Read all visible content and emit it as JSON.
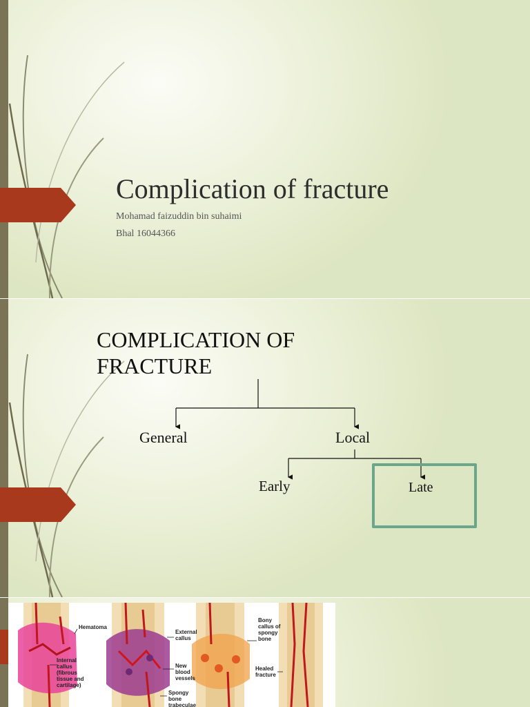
{
  "slides": [
    {
      "title": "Complication of fracture",
      "author": "Mohamad faizuddin bin suhaimi",
      "id_line": "Bhal 16044366"
    },
    {
      "heading_line1": "COMPLICATION OF",
      "heading_line2": "FRACTURE",
      "diagram": {
        "general": "General",
        "local": "Local",
        "early": "Early",
        "late": "Late"
      }
    },
    {
      "figure": {
        "stage1_labels": [
          "Hematoma",
          "Internal",
          "callus",
          "(fibrous",
          "tissue and",
          "cartilage)"
        ],
        "stage2_labels": [
          "External",
          "callus",
          "New",
          "blood",
          "vessels",
          "Spongy",
          "bone",
          "trabeculae"
        ],
        "stage3_labels": [
          "Bony",
          "callus of",
          "spongy",
          "bone"
        ],
        "stage4_labels": [
          "Healed",
          "fracture"
        ]
      }
    }
  ],
  "colors": {
    "accent_tab": "#a8391c",
    "sidebar": "#7b7356",
    "highlight_box": "#6aa68a"
  }
}
